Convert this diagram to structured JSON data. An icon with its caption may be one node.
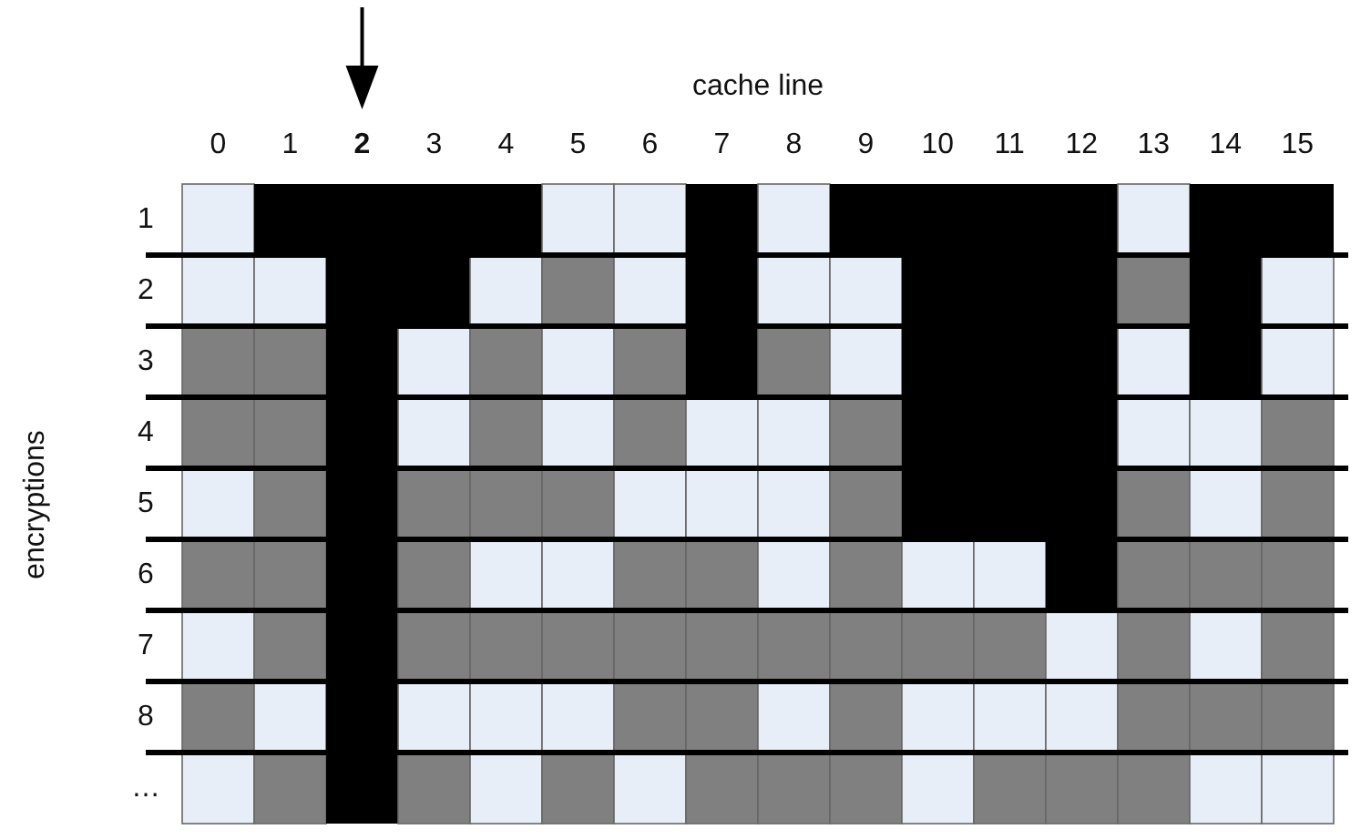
{
  "diagram": {
    "labels": [
      "cache line",
      "0",
      "1",
      "2",
      "3",
      "4",
      "5",
      "6",
      "7",
      "8",
      "9",
      "10",
      "11",
      "12",
      "13",
      "14",
      "15",
      "1",
      "2",
      "3",
      "4",
      "5",
      "6",
      "7",
      "8",
      "…",
      "encryptions"
    ]
  }
}
